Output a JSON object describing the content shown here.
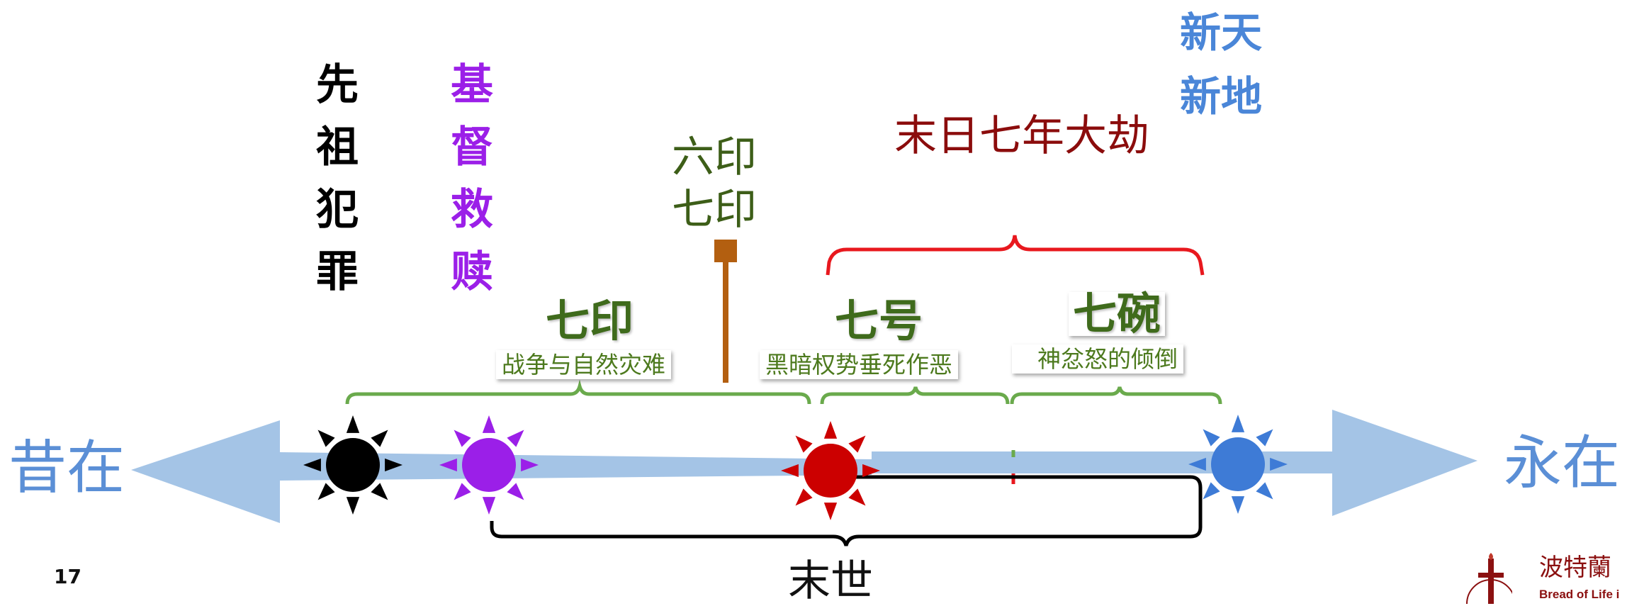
{
  "left_label": "昔在",
  "right_label": "永在",
  "new_heaven_earth": [
    "新天",
    "新地"
  ],
  "ancestors_sin": [
    "先",
    "祖",
    "犯",
    "罪"
  ],
  "christ_redeem": [
    "基",
    "督",
    "救",
    "赎"
  ],
  "sixth_seventh_seal": [
    "六印",
    "七印"
  ],
  "tribulation_title": "末日七年大劫",
  "groups": {
    "seals": {
      "title": "七印",
      "subtitle": "战争与自然灾难"
    },
    "trumpets": {
      "title": "七号",
      "subtitle": "黑暗权势垂死作恶"
    },
    "bowls": {
      "title": "七碗",
      "subtitle": "神忿怒的倾倒"
    }
  },
  "end_times": "末世",
  "page_number": "17",
  "logo": {
    "name": "波特蘭",
    "sub": "Bread of Life i"
  },
  "colors": {
    "arrow": "#a4c4e6",
    "sun_black": "#000000",
    "sun_purple": "#9b1fe8",
    "sun_red": "#cc0000",
    "sun_blue": "#3e7bd6",
    "bracket_green": "#6aaa4c",
    "bracket_red": "#e8181e",
    "bracket_black": "#000000",
    "pole": "#b35f10"
  },
  "icons": [
    "sun-icon",
    "cross-icon"
  ]
}
